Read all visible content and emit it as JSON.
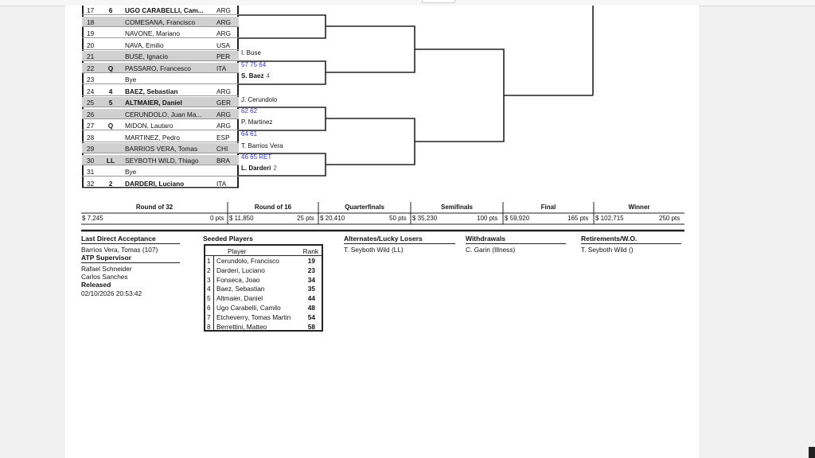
{
  "draw": [
    {
      "num": "17",
      "seed": "6",
      "entry": "",
      "name": "UGO CARABELLI, Cam...",
      "country": "ARG",
      "shaded": false,
      "bold": true
    },
    {
      "num": "18",
      "seed": "",
      "entry": "",
      "name": "COMESANA, Francisco",
      "country": "ARG",
      "shaded": true,
      "bold": false
    },
    {
      "num": "19",
      "seed": "",
      "entry": "",
      "name": "NAVONE, Mariano",
      "country": "ARG",
      "shaded": false,
      "bold": false
    },
    {
      "num": "20",
      "seed": "",
      "entry": "",
      "name": "NAVA, Emilio",
      "country": "USA",
      "shaded": false,
      "bold": false
    },
    {
      "num": "21",
      "seed": "",
      "entry": "",
      "name": "BUSE, Ignacio",
      "country": "PER",
      "shaded": true,
      "bold": false
    },
    {
      "num": "22",
      "seed": "",
      "entry": "Q",
      "name": "PASSARO, Francesco",
      "country": "ITA",
      "shaded": true,
      "bold": false
    },
    {
      "num": "23",
      "seed": "",
      "entry": "",
      "name": "Bye",
      "country": "",
      "shaded": false,
      "bold": false
    },
    {
      "num": "24",
      "seed": "4",
      "entry": "",
      "name": "BAEZ, Sebastian",
      "country": "ARG",
      "shaded": false,
      "bold": true
    },
    {
      "num": "25",
      "seed": "5",
      "entry": "",
      "name": "ALTMAIER, Daniel",
      "country": "GER",
      "shaded": true,
      "bold": true
    },
    {
      "num": "26",
      "seed": "",
      "entry": "",
      "name": "CERUNDOLO, Juan Ma...",
      "country": "ARG",
      "shaded": true,
      "bold": false
    },
    {
      "num": "27",
      "seed": "",
      "entry": "Q",
      "name": "MIDON, Lautaro",
      "country": "ARG",
      "shaded": false,
      "bold": false
    },
    {
      "num": "28",
      "seed": "",
      "entry": "",
      "name": "MARTINEZ, Pedro",
      "country": "ESP",
      "shaded": false,
      "bold": false
    },
    {
      "num": "29",
      "seed": "",
      "entry": "",
      "name": "BARRIOS VERA, Tomas",
      "country": "CHI",
      "shaded": true,
      "bold": false
    },
    {
      "num": "30",
      "seed": "",
      "entry": "LL",
      "name": "SEYBOTH WILD, Thiago",
      "country": "BRA",
      "shaded": true,
      "bold": false
    },
    {
      "num": "31",
      "seed": "",
      "entry": "",
      "name": "Bye",
      "country": "",
      "shaded": false,
      "bold": false
    },
    {
      "num": "32",
      "seed": "2",
      "entry": "",
      "name": "DARDERI, Luciano",
      "country": "ITA",
      "shaded": false,
      "bold": true
    }
  ],
  "round2": [
    {
      "name": "I. Buse",
      "seed": "",
      "bold": false
    },
    {
      "score": "57 75 64"
    },
    {
      "name": "S. Baez",
      "seed": "4",
      "bold": true
    },
    {
      "name": "J. Cerundolo",
      "seed": "",
      "bold": false
    },
    {
      "score": "62 62"
    },
    {
      "name": "P. Martinez",
      "seed": "",
      "bold": false
    },
    {
      "score": "64 61"
    },
    {
      "name": "T. Barrios Vera",
      "seed": "",
      "bold": false
    },
    {
      "score": "46 65 RET"
    },
    {
      "name": "L. Darderi",
      "seed": "2",
      "bold": true
    }
  ],
  "rounds": [
    {
      "label": "Round of 32",
      "prize": "$ 7,245",
      "points": "0 pts"
    },
    {
      "label": "Round of 16",
      "prize": "$ 11,850",
      "points": "25 pts"
    },
    {
      "label": "Quarterfinals",
      "prize": "$ 20,410",
      "points": "50 pts"
    },
    {
      "label": "Semifinals",
      "prize": "$ 35,230",
      "points": "100 pts"
    },
    {
      "label": "Final",
      "prize": "$ 59,920",
      "points": "165 pts"
    },
    {
      "label": "Winner",
      "prize": "$ 102,715",
      "points": "250 pts"
    }
  ],
  "info": {
    "lda_title": "Last Direct Acceptance",
    "lda_value": "Barrios Vera, Tomas (107)",
    "supervisor_title": "ATP Supervisor",
    "supervisors": [
      "Rafael Schneider",
      "Carlos Sanches"
    ],
    "released_title": "Released",
    "released_value": "02/10/2026 20:53:42",
    "seeded_title": "Seeded Players",
    "seeded_player_header": "Player",
    "seeded_rank_header": "Rank",
    "alternates_title": "Alternates/Lucky Losers",
    "alternates_value": "T. Seyboth Wild (LL)",
    "withdrawals_title": "Withdrawals",
    "withdrawals_value": "C. Garin (Illness)",
    "retirements_title": "Retirements/W.O.",
    "retirements_value": "T. Seyboth Wild ()"
  },
  "seeds": [
    {
      "seed": "1",
      "player": "Cerundolo, Francisco",
      "rank": "19"
    },
    {
      "seed": "2",
      "player": "Darderi, Luciano",
      "rank": "23"
    },
    {
      "seed": "3",
      "player": "Fonseca, Joao",
      "rank": "34"
    },
    {
      "seed": "4",
      "player": "Baez, Sebastian",
      "rank": "35"
    },
    {
      "seed": "5",
      "player": "Altmaier, Daniel",
      "rank": "44"
    },
    {
      "seed": "6",
      "player": "Ugo Carabelli, Camilo",
      "rank": "48"
    },
    {
      "seed": "7",
      "player": "Etcheverry, Tomas Martin",
      "rank": "54"
    },
    {
      "seed": "8",
      "player": "Berrettini, Matteo",
      "rank": "58"
    }
  ],
  "colors": {
    "score": "#3336cc",
    "shade": "#d0d0d0",
    "line": "#222222"
  }
}
